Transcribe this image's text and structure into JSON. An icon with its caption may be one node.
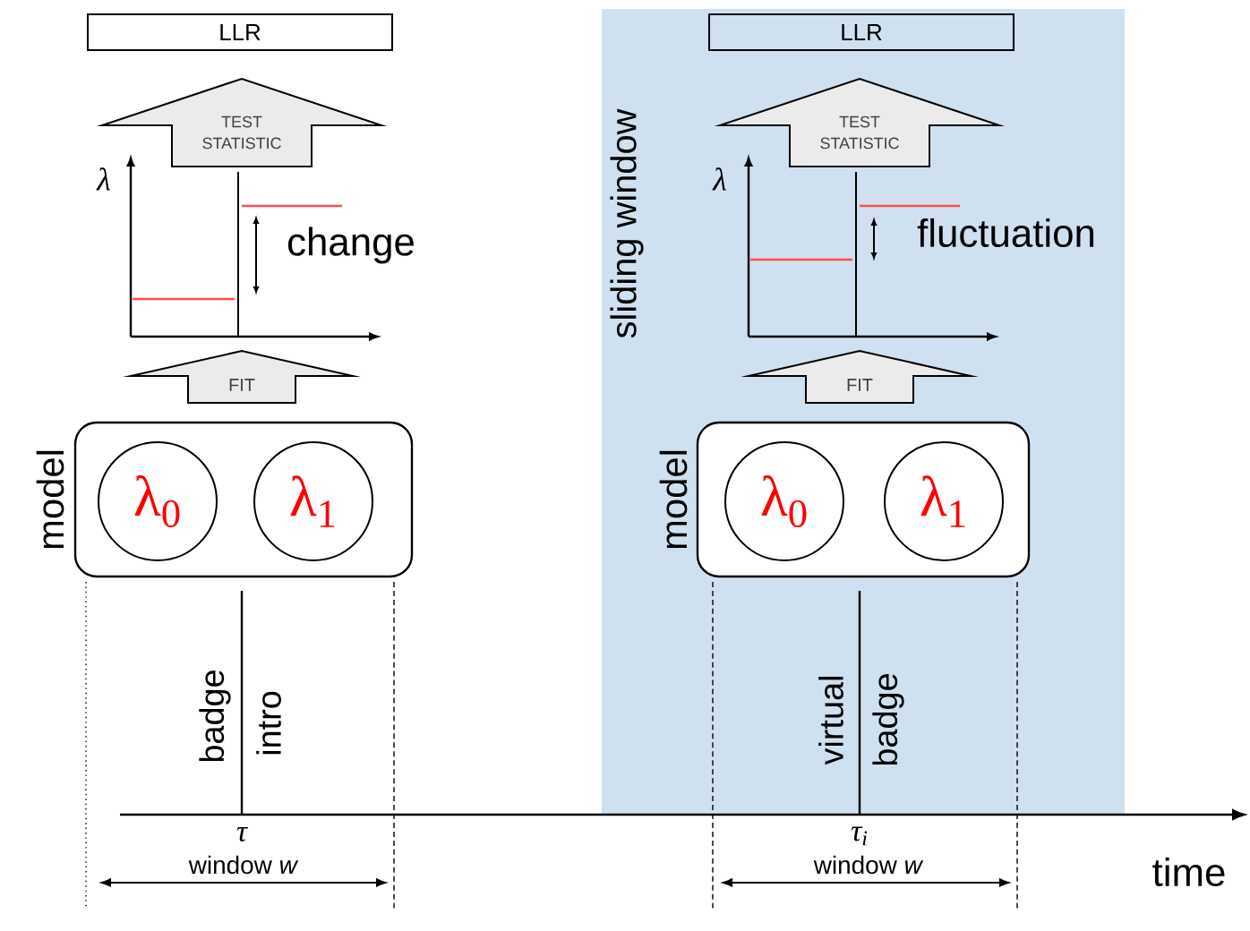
{
  "diagram": {
    "nodes": [
      {
        "text": [
          "LLR"
        ]
      },
      {
        "text": [
          "TEST STATISTIC"
        ]
      },
      {
        "text": [
          "FIT"
        ]
      },
      {
        "text": [
          "model"
        ]
      },
      {
        "text": [
          "λ$_{0}$"
        ],
        "in": 3
      },
      {
        "text": [
          "λ$_{1}$"
        ],
        "in": 3
      },
      {
        "text": [
          "sliding window"
        ]
      },
      {
        "text": [
          "LLR"
        ],
        "in": 6
      },
      {
        "text": [
          "TEST STATISTIC"
        ],
        "in": 6
      },
      {
        "text": [
          "FIT"
        ],
        "in": 6
      },
      {
        "text": [
          "model"
        ],
        "in": 6
      },
      {
        "text": [
          "λ$_{0}$"
        ],
        "in": 10
      },
      {
        "text": [
          "λ$_{1}$"
        ],
        "in": 10
      }
    ],
    "labels": [
      "λ",
      "change",
      "badge",
      "intro",
      "τ",
      "window *w*",
      "λ",
      "fluctuation",
      "virtual",
      "badge",
      "τ$_{i}$",
      "window *w*",
      "time"
    ]
  }
}
